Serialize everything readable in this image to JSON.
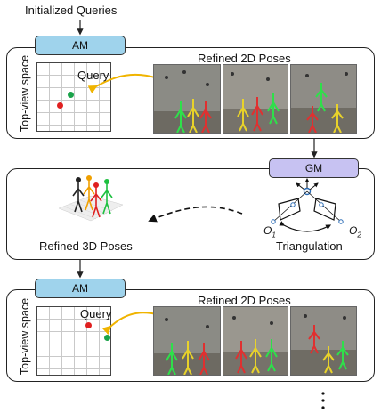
{
  "title_top": "Initialized Queries",
  "tags": {
    "am1": "AM",
    "gm": "GM",
    "am2": "AM"
  },
  "panel1": {
    "axis_label": "Top-view space",
    "query_label": "Query",
    "header": "Refined 2D Poses"
  },
  "panel2": {
    "left_caption": "Refined 3D Poses",
    "right_caption": "Triangulation",
    "o1": "O",
    "o1_sub": "1",
    "o2": "O",
    "o2_sub": "2"
  },
  "panel3": {
    "axis_label": "Top-view space",
    "query_label": "Query",
    "header": "Refined 2D Poses"
  },
  "continuation": "⋮",
  "colors": {
    "am_fill": "#9fd3ec",
    "gm_fill": "#c7c2f2",
    "arrow": "#f0b400",
    "red_dot": "#e02020",
    "green_dot": "#1aa34a"
  }
}
